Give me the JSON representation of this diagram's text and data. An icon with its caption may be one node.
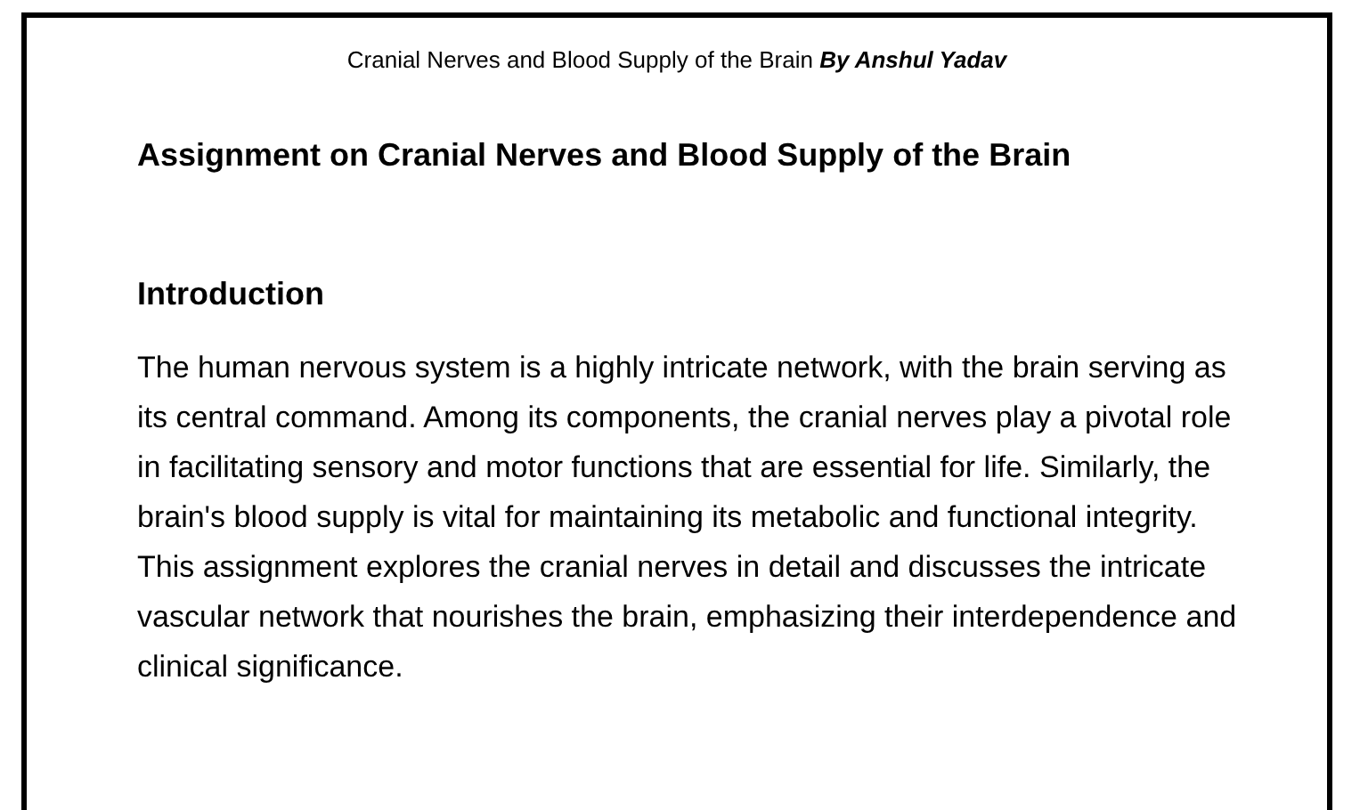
{
  "diagram": {
    "title": "Assignment on Cranial Nerves and Blood Supply of the Brain",
    "labels": [
      "Cranial Nerves and Blood Supply of the Brain",
      "By Anshul Yadav",
      "Introduction",
      "The human nervous system is a highly intricate network, with the brain serving as its central command. Among its components, the cranial nerves play a pivotal role in facilitating sensory and motor functions that are essential for life. Similarly, the brain's blood supply is vital for maintaining its metabolic and functional integrity. This assignment explores the cranial nerves in detail and discusses the intricate vascular network that nourishes the brain, emphasizing their interdependence and clinical significance."
    ]
  }
}
